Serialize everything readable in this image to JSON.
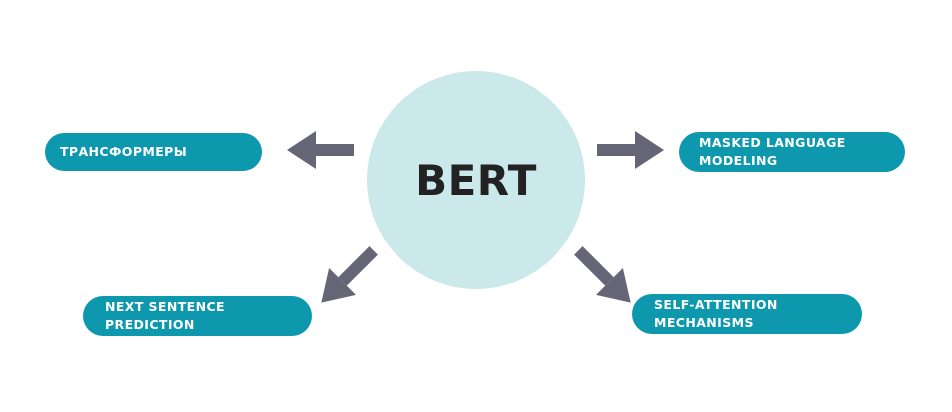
{
  "center": {
    "label": "BERT"
  },
  "nodes": {
    "transformers": "ТРАНСФОРМЕРЫ",
    "masked_language_modeling": "MASKED LANGUAGE\nMODELING",
    "next_sentence_prediction": "NEXT SENTENCE\nPREDICTION",
    "self_attention": "SELF-ATTENTION\nMECHANISMS"
  },
  "colors": {
    "circle": "#cbe9ea",
    "pill": "#0e98ae",
    "arrow": "#666576",
    "center_text": "#222222"
  }
}
